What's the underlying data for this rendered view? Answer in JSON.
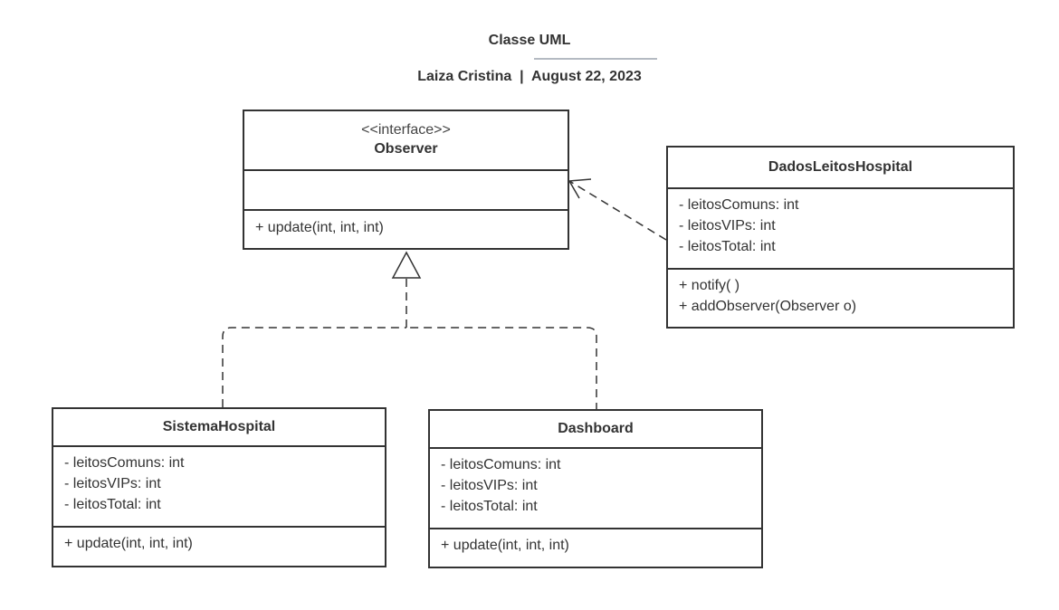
{
  "header": {
    "title": "Classe UML",
    "author": "Laiza Cristina",
    "separator": "|",
    "date": "August 22, 2023"
  },
  "classes": {
    "observer": {
      "stereotype": "<<interface>>",
      "name": "Observer",
      "attributes": [],
      "methods": [
        "+ update(int, int, int)"
      ]
    },
    "dados": {
      "name": "DadosLeitosHospital",
      "attributes": [
        "- leitosComuns: int",
        "- leitosVIPs: int",
        "- leitosTotal: int"
      ],
      "methods": [
        "+ notify( )",
        "+ addObserver(Observer o)"
      ]
    },
    "sistema": {
      "name": "SistemaHospital",
      "attributes": [
        "- leitosComuns: int",
        "- leitosVIPs: int",
        "- leitosTotal: int"
      ],
      "methods": [
        "+ update(int, int, int)"
      ]
    },
    "dashboard": {
      "name": "Dashboard",
      "attributes": [
        "- leitosComuns: int",
        "- leitosVIPs: int",
        "- leitosTotal: int"
      ],
      "methods": [
        "+ update(int, int, int)"
      ]
    }
  },
  "colors": {
    "border": "#333333",
    "text": "#333333",
    "title_rule": "#b4bac2"
  }
}
